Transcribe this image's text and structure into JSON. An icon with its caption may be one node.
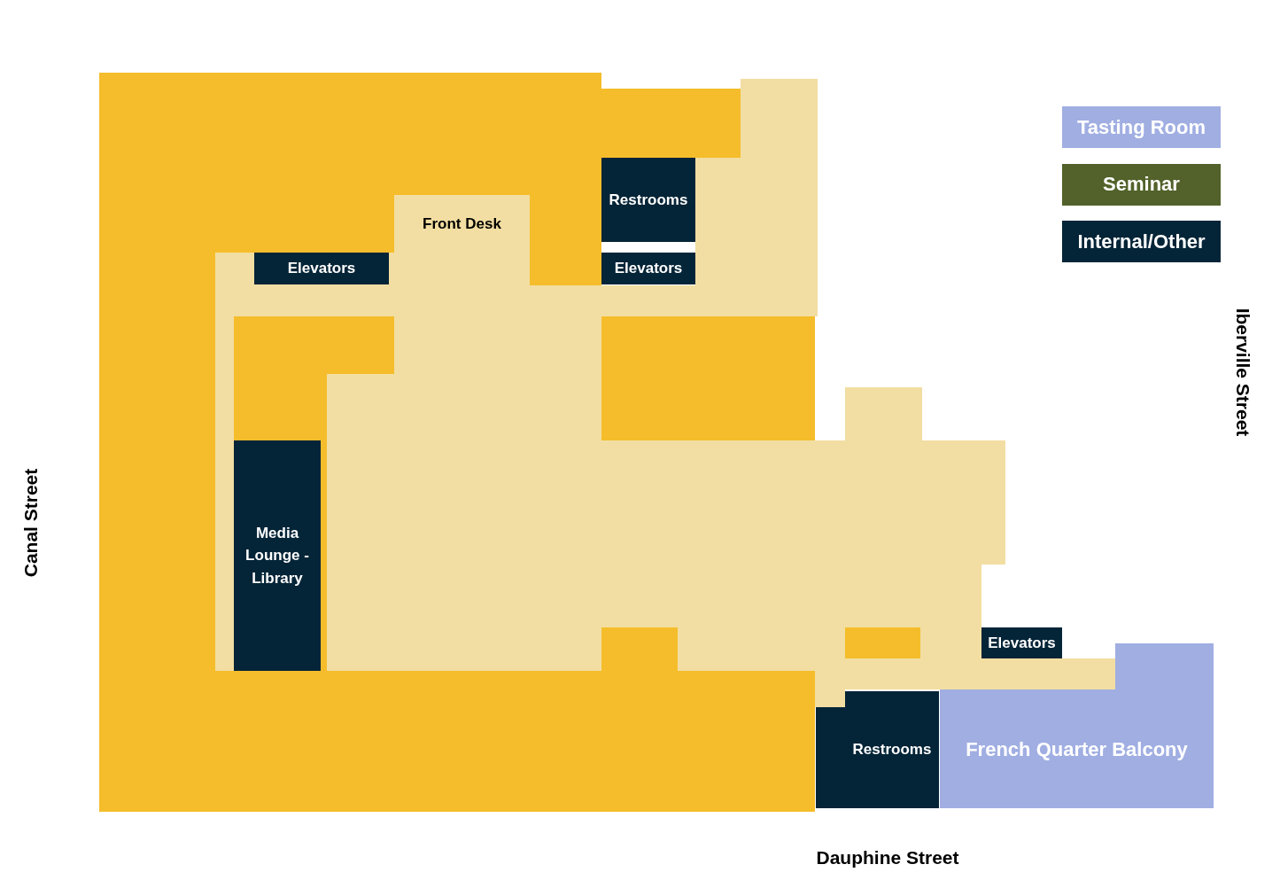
{
  "diagram": {
    "nodes": [
      {
        "text": [
          "Front Desk"
        ]
      },
      {
        "text": [
          "Restrooms"
        ]
      },
      {
        "text": [
          "Elevators"
        ]
      },
      {
        "text": [
          "Elevators"
        ]
      },
      {
        "text": [
          "Media Lounge - Library"
        ]
      },
      {
        "text": [
          "Elevators"
        ]
      },
      {
        "text": [
          "Restrooms"
        ]
      },
      {
        "text": [
          "French Quarter Balcony"
        ]
      }
    ],
    "edges": [],
    "labels": [
      "Canal Street",
      "Iberville Street",
      "Dauphine Street"
    ],
    "legend": [
      {
        "text": "Tasting Room",
        "color": "#a0aee2"
      },
      {
        "text": "Seminar",
        "color": "#52622a"
      },
      {
        "text": "Internal/Other",
        "color": "#042437"
      }
    ]
  }
}
